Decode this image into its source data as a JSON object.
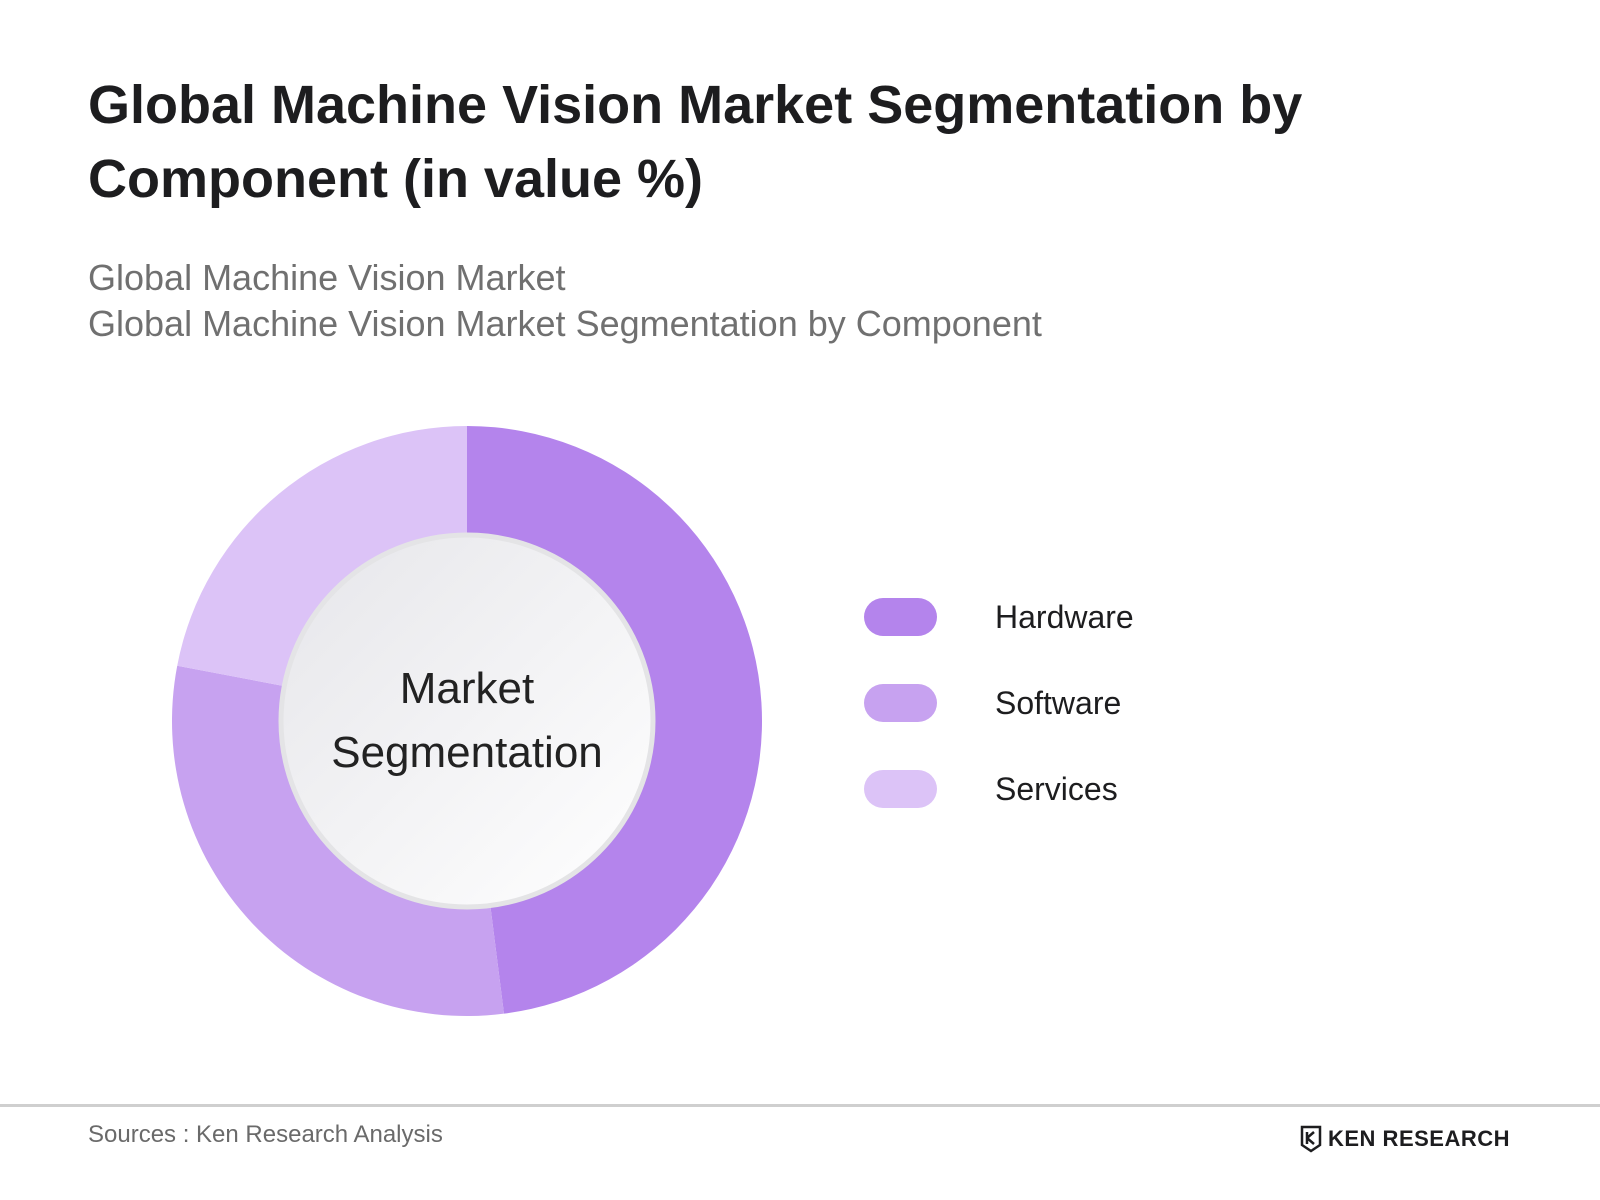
{
  "header": {
    "title": "Global Machine Vision Market Segmentation by Component (in value %)",
    "subtitle_line1": "Global Machine Vision Market",
    "subtitle_line2": "Global Machine Vision Market Segmentation by Component"
  },
  "chart_data": {
    "type": "pie",
    "style": "donut",
    "center_label_line1": "Market",
    "center_label_line2": "Segmentation",
    "categories": [
      "Hardware",
      "Software",
      "Services"
    ],
    "values": [
      48,
      30,
      22
    ],
    "colors": [
      "#b484ec",
      "#c7a2f0",
      "#dcc3f7"
    ],
    "legend_position": "right"
  },
  "footer": {
    "source": "Sources : Ken Research Analysis",
    "brand_name": "KEN RESEARCH",
    "brand_logo": "ken-research-logo"
  }
}
